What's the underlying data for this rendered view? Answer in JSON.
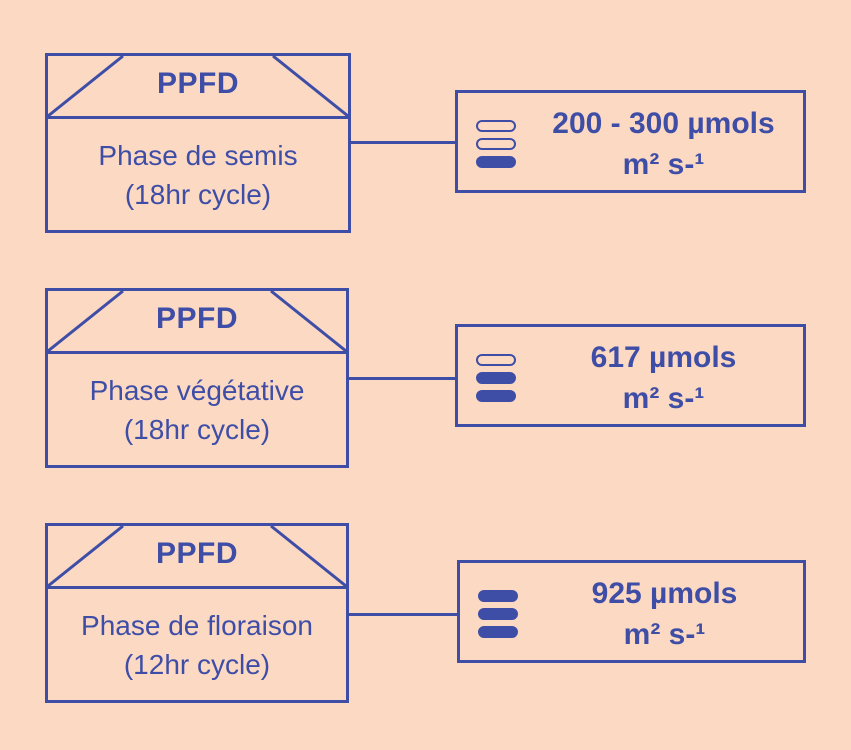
{
  "colors": {
    "background": "#fcd9c3",
    "accent": "#3e4ea7"
  },
  "phases": [
    {
      "header": "PPFD",
      "name": "Phase de semis",
      "cycle": "(18hr cycle)",
      "value": "200 - 300 µmols",
      "unit": "m² s-¹",
      "icon": "light-intensity-low-icon",
      "level": "1 of 3"
    },
    {
      "header": "PPFD",
      "name": "Phase végétative",
      "cycle": "(18hr cycle)",
      "value": "617 µmols",
      "unit": "m² s-¹",
      "icon": "light-intensity-medium-icon",
      "level": "2 of 3"
    },
    {
      "header": "PPFD",
      "name": "Phase de floraison",
      "cycle": "(12hr cycle)",
      "value": "925 µmols",
      "unit": "m² s-¹",
      "icon": "light-intensity-high-icon",
      "level": "3 of 3"
    }
  ]
}
